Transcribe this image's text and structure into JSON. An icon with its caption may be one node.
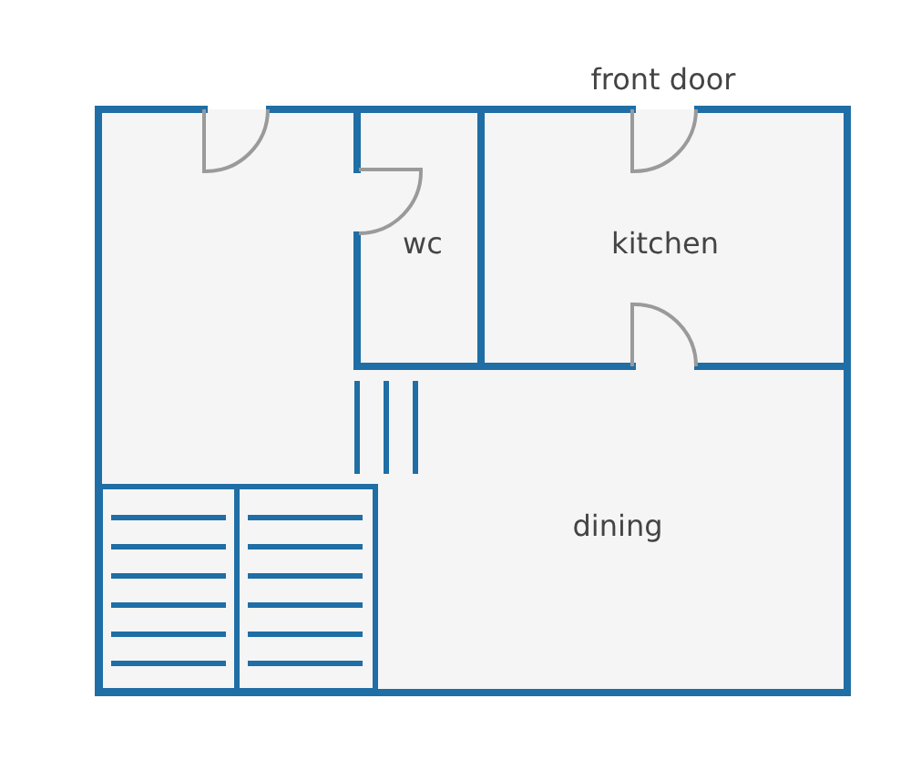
{
  "diagram": {
    "labels": [
      "front door",
      "wc",
      "kitchen",
      "dining"
    ]
  }
}
